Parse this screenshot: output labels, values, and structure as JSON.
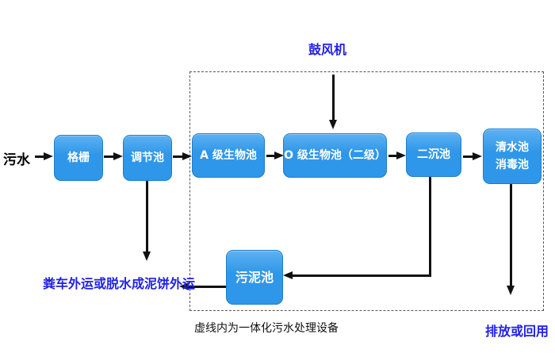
{
  "flow": {
    "influent_label": "污水",
    "blower_label": "鼓风机",
    "nodes": {
      "grid": "格栅",
      "regulating_tank": "调节池",
      "a_bio_tank": "A 级生物池",
      "o_bio_tank": "O 级生物池（二级）",
      "secondary_sedimentation_tank": "二沉池",
      "clear_water_tank": "清水池",
      "disinfection_tank": "消毒池",
      "sludge_tank": "污泥池"
    },
    "sludge_disposal_label": "粪车外运或脱水成泥饼外运",
    "dashed_box_caption": "虚线内为一体化污水处理设备",
    "discharge_label": "排放或回用"
  },
  "colors": {
    "node_fill": "#2f97e9",
    "node_fill_light": "#5db1f2",
    "node_border": "#1e7cc9",
    "node_text": "#ffffff",
    "accent_text": "#2121e8",
    "arrow": "#111111",
    "dash": "#555555"
  }
}
